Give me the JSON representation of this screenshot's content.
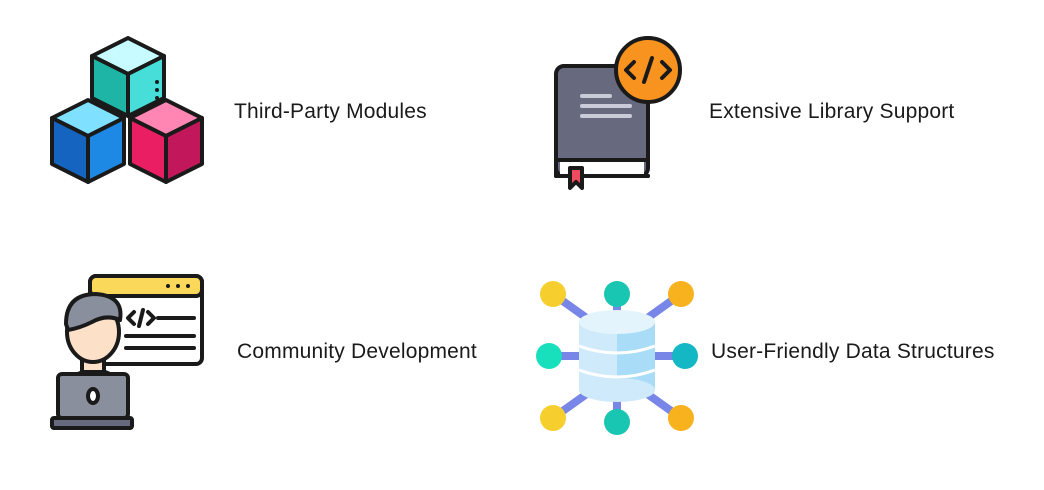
{
  "features": [
    {
      "label": "Third-Party Modules",
      "icon": "cubes-icon"
    },
    {
      "label": "Extensive Library Support",
      "icon": "code-book-icon"
    },
    {
      "label": "Community Development",
      "icon": "developer-laptop-icon"
    },
    {
      "label": "User-Friendly Data Structures",
      "icon": "database-network-icon"
    }
  ],
  "icon_colors": {
    "teal": "#24c3b4",
    "blue": "#1e88e5",
    "pink": "#e91e63",
    "book_gray": "#676a7e",
    "orange": "#f7931e",
    "yellow": "#f6cf2e",
    "cyan": "#19c6b2",
    "db_blue": "#bfe3f7"
  }
}
